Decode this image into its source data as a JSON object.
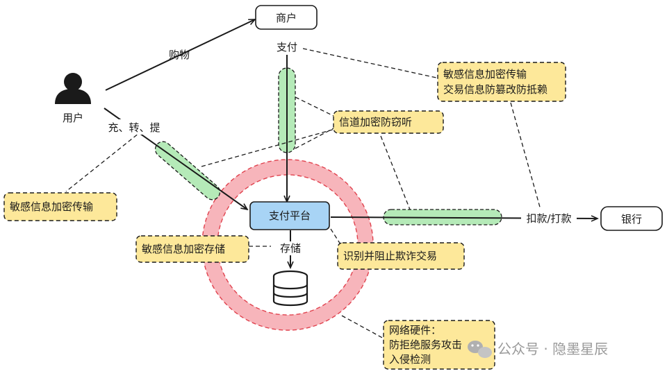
{
  "nodes": {
    "merchant": "商户",
    "user": "用户",
    "platform": "支付平台",
    "bank": "银行"
  },
  "edges": {
    "shopping": "购物",
    "pay": "支付",
    "recharge_transfer_withdraw": "充、转、提",
    "storage": "存储",
    "debit_credit": "扣款/打款"
  },
  "notes": {
    "merchant_note": [
      "敏感信息加密传输",
      "交易信息防篡改防抵赖"
    ],
    "channel_note": "信道加密防窃听",
    "user_note": "敏感信息加密传输",
    "storage_note": "敏感信息加密存储",
    "fraud_note": "识别并阻止欺诈交易",
    "network_note": [
      "网络硬件：",
      "防拒绝服务攻击",
      "入侵检测"
    ]
  },
  "watermark": "公众号 · 隐墨星辰",
  "colors": {
    "note_fill": "#fde89a",
    "note_stroke": "#1a1a1a",
    "platform_fill": "#a8d4f5",
    "channel_fill": "#b5eab8",
    "ring_fill": "#f7b5bb",
    "ring_stroke": "#e0424e"
  }
}
